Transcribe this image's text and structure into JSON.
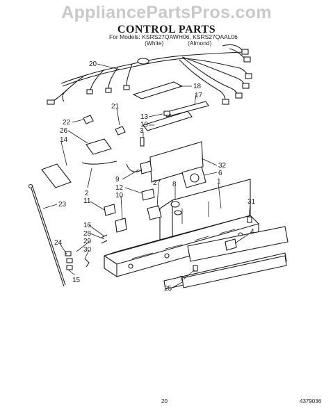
{
  "watermark": "AppliancePartsPros.com",
  "title": "CONTROL PARTS",
  "models_line": "For Models: KSRS27QAWH06, KSRS27QAAL06",
  "variants": {
    "white": "(White)",
    "almond": "(Almond)"
  },
  "footer": {
    "page_number": "20",
    "doc_number": "4379036"
  },
  "callouts": [
    "20",
    "18",
    "17",
    "21",
    "13",
    "3",
    "19",
    "22",
    "26",
    "14",
    "32",
    "6",
    "9",
    "12",
    "27",
    "8",
    "1",
    "2",
    "10",
    "11",
    "31",
    "23",
    "16",
    "28",
    "29",
    "30",
    "24",
    "4",
    "15",
    "7",
    "25"
  ]
}
